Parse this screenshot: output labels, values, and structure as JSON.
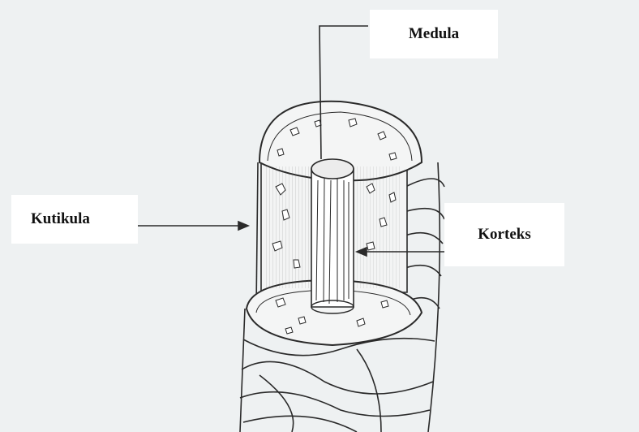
{
  "labels": {
    "medula": "Medula",
    "kutikula": "Kutikula",
    "korteks": "Korteks"
  },
  "colors": {
    "paper": "#eef1f2",
    "ink": "#2a2a2a",
    "label_bg": "#ffffff"
  }
}
